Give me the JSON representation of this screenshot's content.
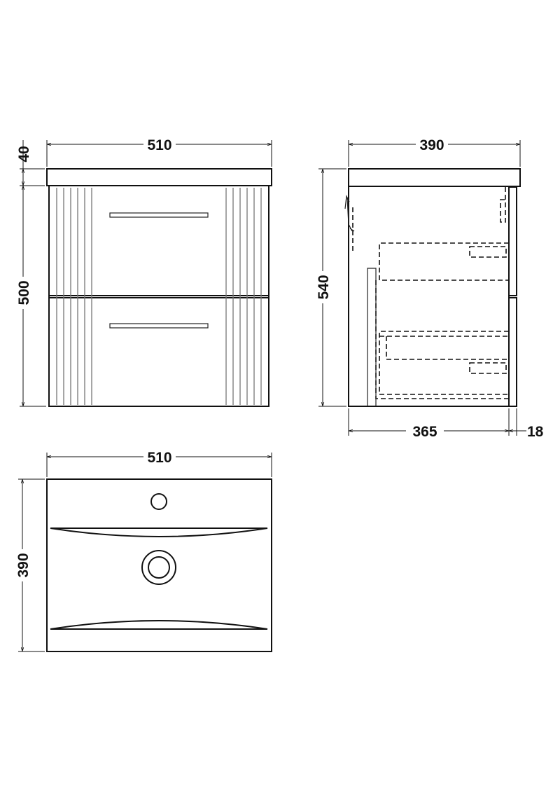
{
  "front_view": {
    "width_label": "510",
    "top_height_label": "40",
    "body_height_label": "500",
    "drawer_count": 2
  },
  "side_view": {
    "depth_label": "390",
    "height_label": "540",
    "carcass_depth_label": "365",
    "door_thickness_label": "18"
  },
  "plan_view": {
    "width_label": "510",
    "depth_label": "390"
  },
  "colors": {
    "line": "#111111",
    "groove": "#777777",
    "background": "#ffffff"
  }
}
